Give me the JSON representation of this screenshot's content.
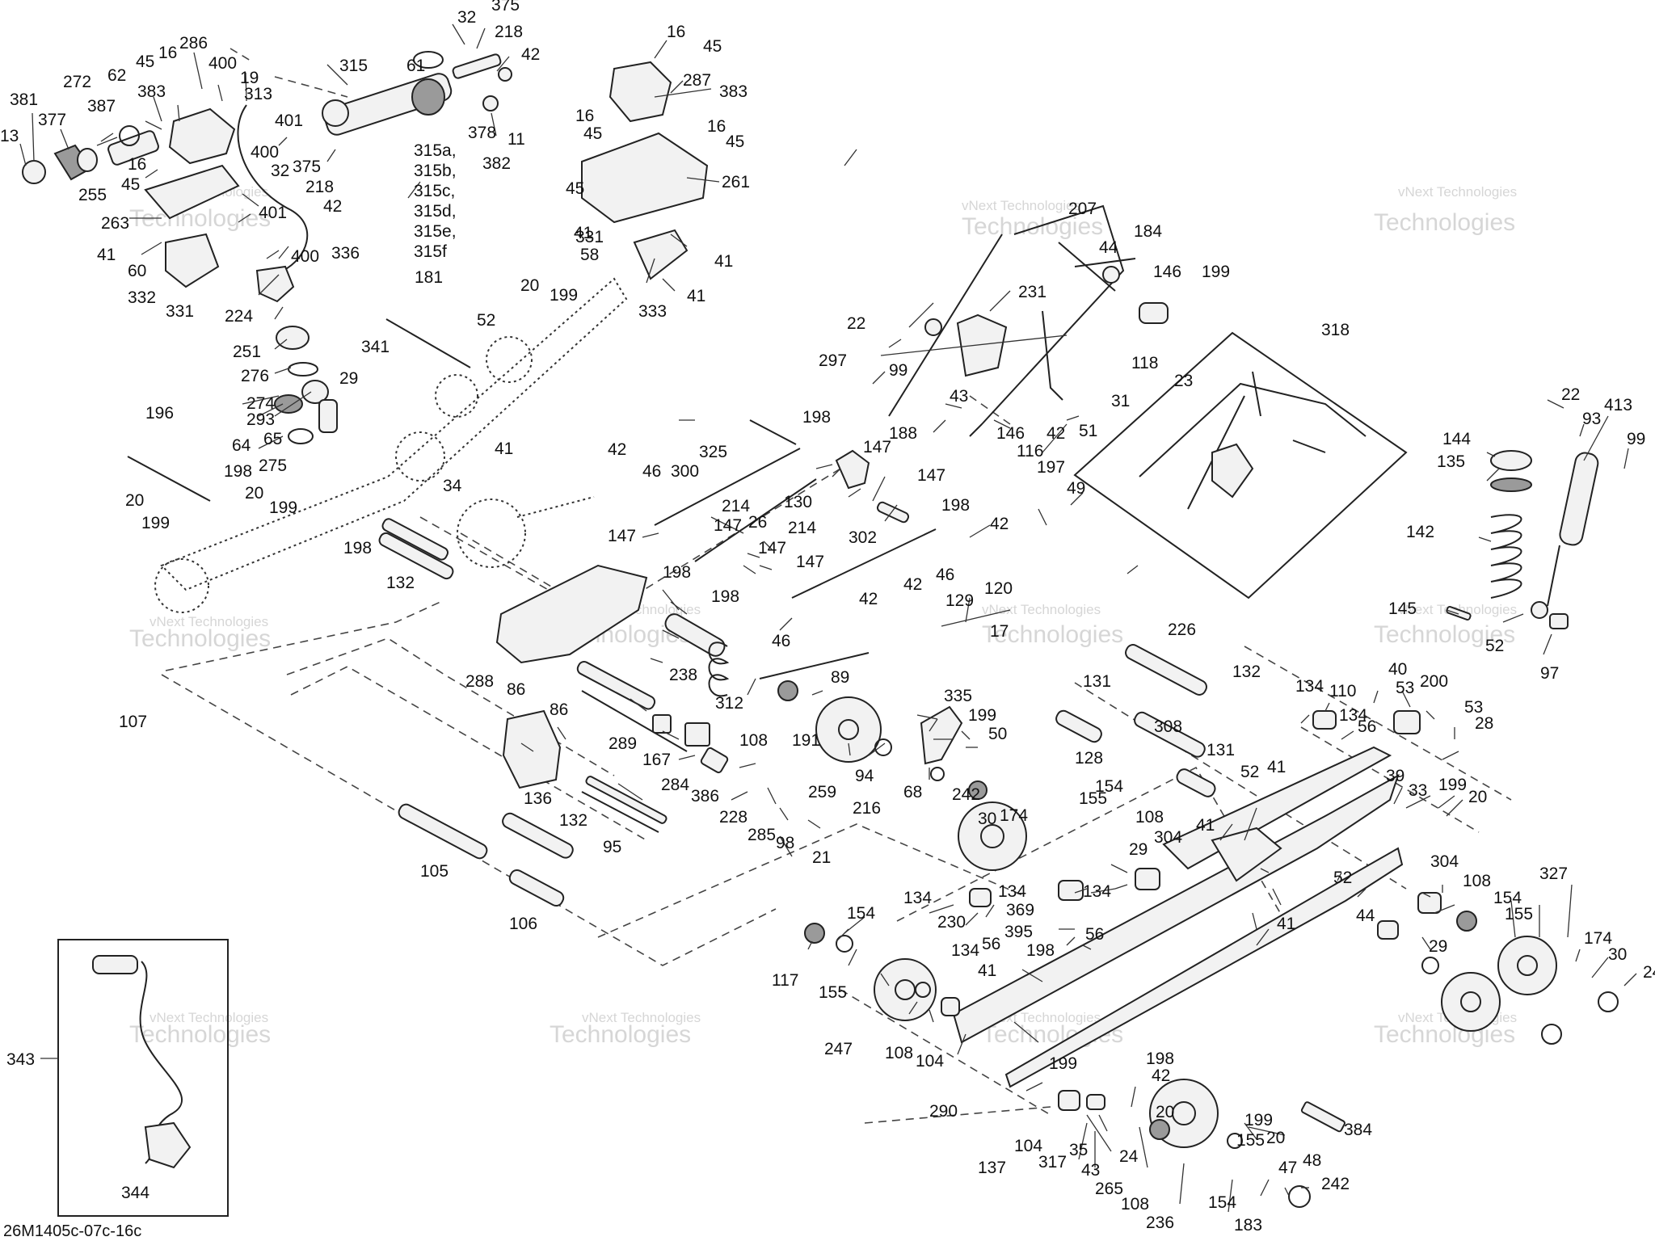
{
  "figure": {
    "drawing_code": "26M1405c-07c-16c",
    "watermark": "vNext Technologies",
    "watermark_big": "Technologies"
  },
  "parts": {
    "p13": "13",
    "p381": "381",
    "p377": "377",
    "p272": "272",
    "p62": "62",
    "p387": "387",
    "p45a": "45",
    "p16a": "16",
    "p286": "286",
    "p400a": "400",
    "p383a": "383",
    "p19": "19",
    "p313": "313",
    "p315": "315",
    "p61": "61",
    "p32a": "32",
    "p375a": "375",
    "p218a": "218",
    "p42a": "42",
    "p378": "378",
    "p11": "11",
    "p382": "382",
    "p315a": "315a,",
    "p315b": "315b,",
    "p315c": "315c,",
    "p315d": "315d,",
    "p315e": "315e,",
    "p315f": "315f",
    "p401a": "401",
    "p400b": "400",
    "p32b": "32",
    "p375b": "375",
    "p218b": "218",
    "p42b": "42",
    "p16b": "16",
    "p45b": "45",
    "p255": "255",
    "p263": "263",
    "p41a": "41",
    "p60": "60",
    "p401b": "401",
    "p336": "336",
    "p400c": "400",
    "p332": "332",
    "p331a": "331",
    "p224": "224",
    "p16c": "16",
    "p45c": "45",
    "p287": "287",
    "p383b": "383",
    "p16d": "16",
    "p16e": "16",
    "p45d": "45",
    "p45e": "45",
    "p261": "261",
    "p41b": "41",
    "p331b": "331",
    "p58": "58",
    "p333": "333",
    "p41c": "41",
    "p41d": "41",
    "p181": "181",
    "p20a": "20",
    "p199a": "199",
    "p52a": "52",
    "p251": "251",
    "p341": "341",
    "p276": "276",
    "p29a": "29",
    "p274": "274",
    "p293": "293",
    "p64": "64",
    "p65": "65",
    "p275": "275",
    "p196": "196",
    "p198a": "198",
    "p20b": "20",
    "p199b": "199",
    "p20c": "20",
    "p199c": "199",
    "p41e": "41",
    "p34": "34",
    "p198b": "198",
    "p132a": "132",
    "p207": "207",
    "p184": "184",
    "p44a": "44",
    "p146a": "146",
    "p199d": "199",
    "p231": "231",
    "p22a": "22",
    "p297": "297",
    "p99a": "99",
    "p43a": "43",
    "p118": "118",
    "p23": "23",
    "p31": "31",
    "p42c": "42",
    "p51": "51",
    "p188": "188",
    "p146b": "146",
    "p116": "116",
    "p197": "197",
    "p49": "49",
    "p318": "318",
    "p198c": "198",
    "p325": "325",
    "p147a": "147",
    "p42d": "42",
    "p46a": "46",
    "p300": "300",
    "p130": "130",
    "p147b": "147",
    "p214a": "214",
    "p147c": "147",
    "p147d": "147",
    "p26": "26",
    "p214b": "214",
    "p302": "302",
    "p198d": "198",
    "p42e": "42",
    "p198e": "198",
    "p198f": "198",
    "p147e": "147",
    "p147f": "147",
    "p42f": "42",
    "p46b": "46",
    "p120": "120",
    "p129": "129",
    "p42g": "42",
    "p46c": "46",
    "p17": "17",
    "p238": "238",
    "p312": "312",
    "p288": "288",
    "p86a": "86",
    "p86b": "86",
    "p107": "107",
    "p89": "89",
    "p108a": "108",
    "p191": "191",
    "p289": "289",
    "p167": "167",
    "p284": "284",
    "p386": "386",
    "p136": "136",
    "p259": "259",
    "p94": "94",
    "p216": "216",
    "p335": "335",
    "p199e": "199",
    "p50": "50",
    "p68": "68",
    "p228": "228",
    "p285": "285",
    "p98": "98",
    "p21": "21",
    "p132b": "132",
    "p95": "95",
    "p105": "105",
    "p106": "106",
    "p22b": "22",
    "p93": "93",
    "p413": "413",
    "p144": "144",
    "p99b": "99",
    "p135": "135",
    "p142": "142",
    "p145": "145",
    "p52b": "52",
    "p97": "97",
    "p226": "226",
    "p131a": "131",
    "p132c": "132",
    "p308": "308",
    "p131b": "131",
    "p52c": "52",
    "p41f": "41",
    "p134a": "134",
    "p110": "110",
    "p40": "40",
    "p200": "200",
    "p53a": "53",
    "p134b": "134",
    "p56a": "56",
    "p53b": "53",
    "p28": "28",
    "p39": "39",
    "p33": "33",
    "p199f": "199",
    "p20d": "20",
    "p128": "128",
    "p242a": "242",
    "p30a": "30",
    "p174a": "174",
    "p155a": "155",
    "p154a": "154",
    "p108b": "108",
    "p29b": "29",
    "p304a": "304",
    "p41g": "41",
    "p134c": "134",
    "p369": "369",
    "p134d": "134",
    "p230": "230",
    "p134e": "134",
    "p395": "395",
    "p56b": "56",
    "p134f": "134",
    "p56c": "56",
    "p41h": "41",
    "p52d": "52",
    "p44b": "44",
    "p304b": "304",
    "p108c": "108",
    "p327": "327",
    "p154b": "154",
    "p155b": "155",
    "p29c": "29",
    "p174b": "174",
    "p30b": "30",
    "p24a": "24",
    "p41i": "41",
    "p198g": "198",
    "p117": "117",
    "p154c": "154",
    "p155c": "155",
    "p247": "247",
    "p108d": "108",
    "p104a": "104",
    "p290": "290",
    "p199g": "199",
    "p198h": "198",
    "p42h": "42",
    "p20e": "20",
    "p199h": "199",
    "p20f": "20",
    "p384": "384",
    "p137": "137",
    "p104b": "104",
    "p317": "317",
    "p35": "35",
    "p43b": "43",
    "p24b": "24",
    "p265": "265",
    "p108e": "108",
    "p236": "236",
    "p155d": "155",
    "p154d": "154",
    "p183": "183",
    "p47": "47",
    "p48": "48",
    "p242b": "242",
    "p343": "343",
    "p344": "344"
  }
}
